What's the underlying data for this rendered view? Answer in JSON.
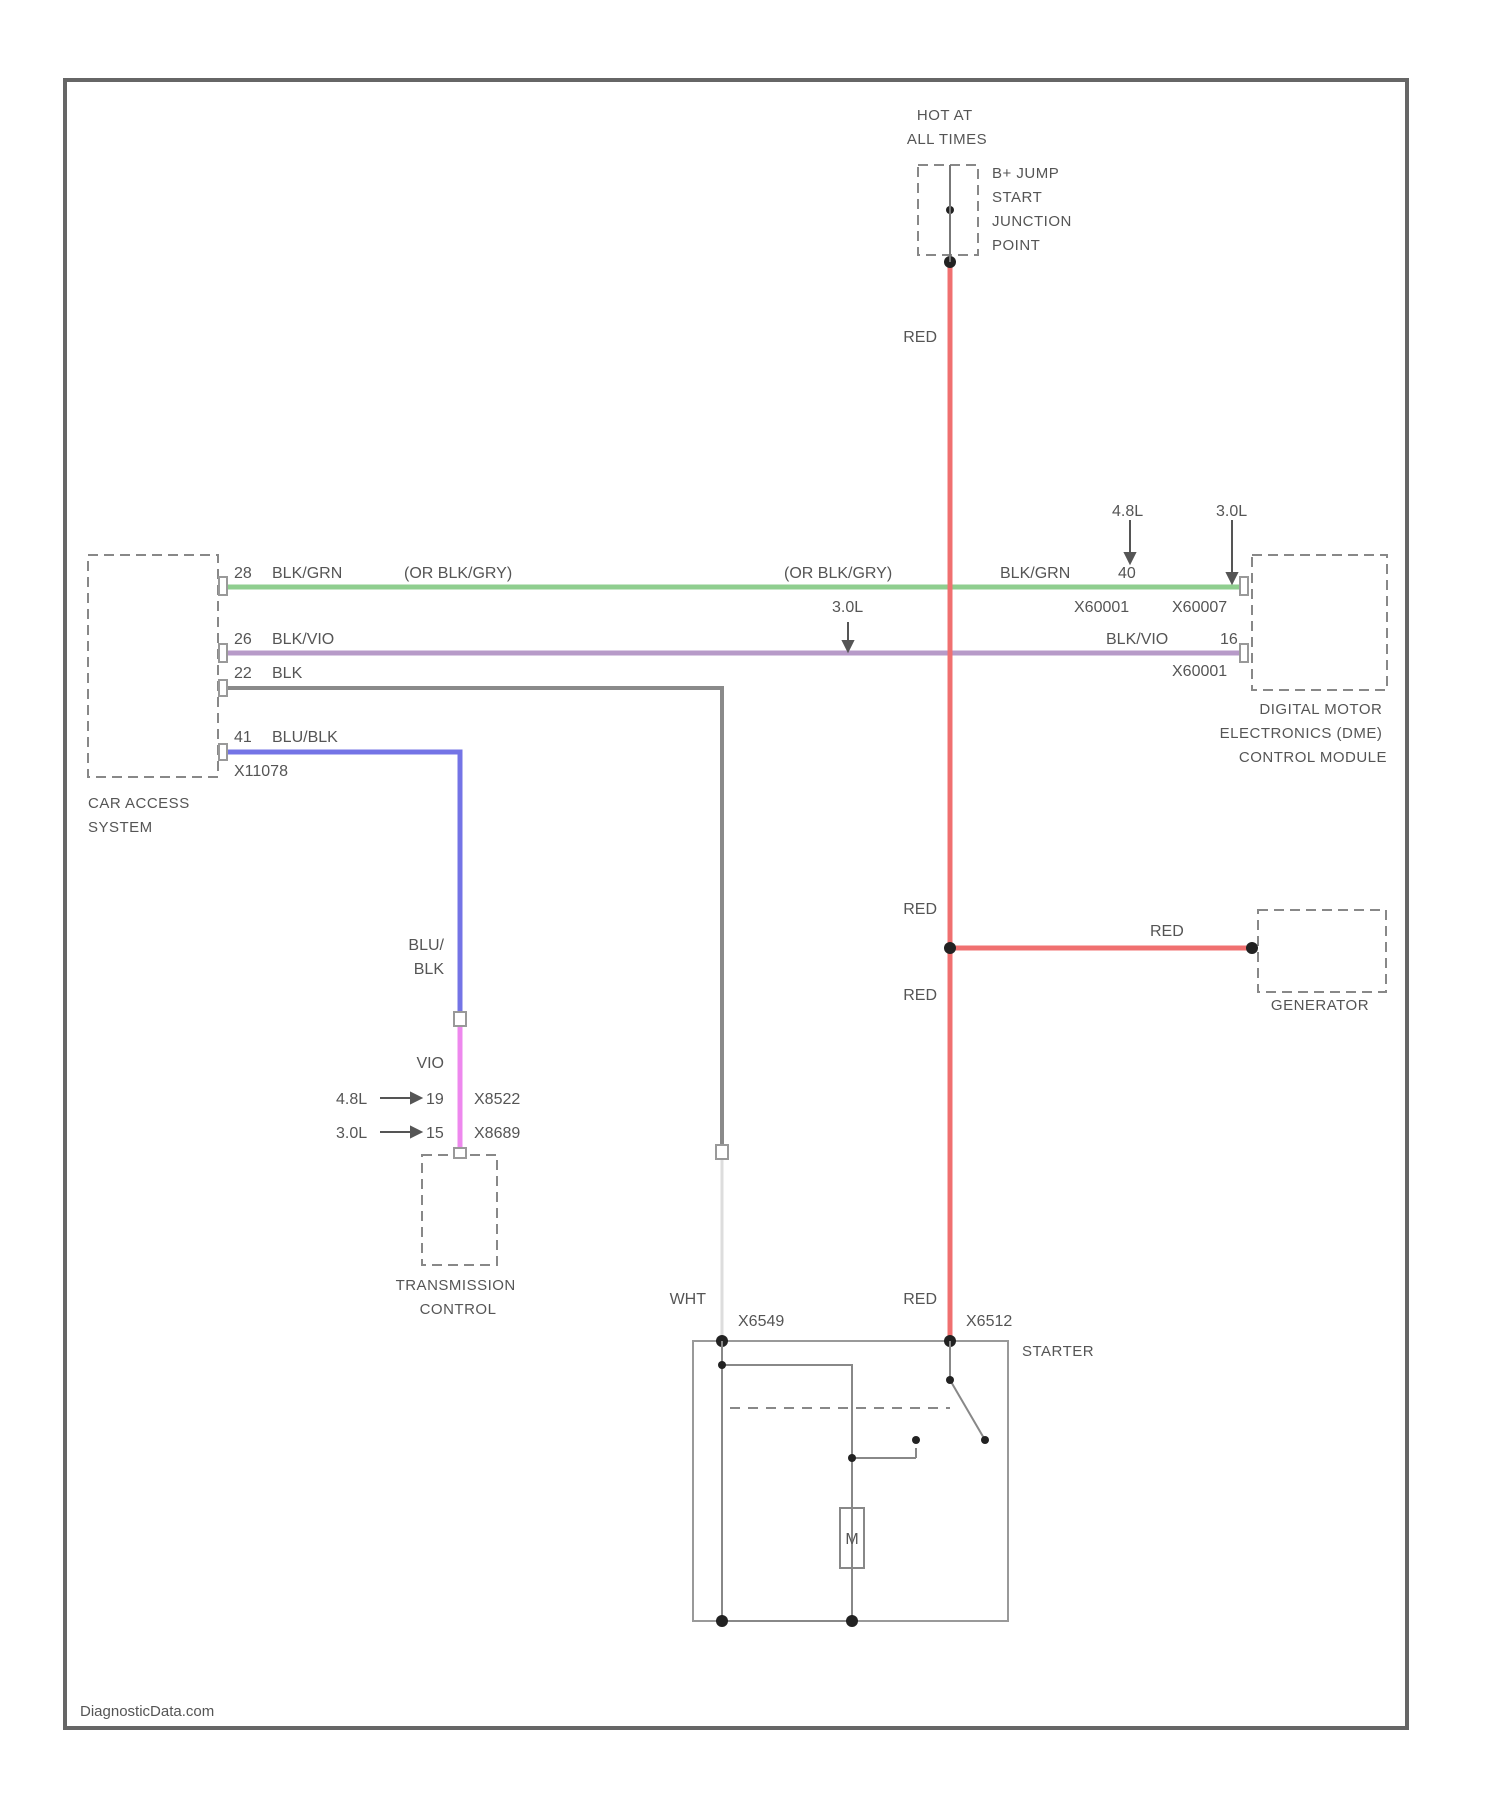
{
  "footer": "DiagnosticData.com",
  "wire_colors": {
    "red": "#f07070",
    "green": "#8fce8f",
    "violet": "#b79ac8",
    "gray": "#8a8a8a",
    "blue": "#7474e6",
    "pink": "#ee88ee",
    "white": "#dddddd"
  },
  "components": {
    "hot_at_all_times": [
      "HOT AT",
      "ALL TIMES"
    ],
    "jump_start": [
      "B+ JUMP",
      "START",
      "JUNCTION",
      "POINT"
    ],
    "car_access": [
      "CAR ACCESS",
      "SYSTEM"
    ],
    "dme": [
      "DIGITAL MOTOR",
      "ELECTRONICS (DME)",
      "CONTROL MODULE"
    ],
    "generator": "GENERATOR",
    "transmission": [
      "TRANSMISSION",
      "CONTROL"
    ],
    "starter": "STARTER"
  },
  "wires": {
    "red_1": "RED",
    "red_2": "RED",
    "red_3": "RED",
    "red_4": "RED",
    "red_gen": "RED",
    "pin28": "28",
    "blk_grn_left": "BLK/GRN",
    "or_blk_gry_1": "(OR BLK/GRY)",
    "or_blk_gry_2": "(OR BLK/GRY)",
    "blk_grn_right": "BLK/GRN",
    "pin40": "40",
    "x60001_a": "X60001",
    "x60007": "X60007",
    "e30_mid": "3.0L",
    "e48": "4.8L",
    "e30_right": "3.0L",
    "pin26": "26",
    "blk_vio_left": "BLK/VIO",
    "blk_vio_right": "BLK/VIO",
    "pin16": "16",
    "x60001_b": "X60001",
    "pin22": "22",
    "blk": "BLK",
    "pin41": "41",
    "blu_blk": "BLU/BLK",
    "x11078": "X11078",
    "blu": "BLU/",
    "blk2": "BLK",
    "vio": "VIO",
    "e48_tc": "4.8L",
    "e30_tc": "3.0L",
    "pin19": "19",
    "pin15": "15",
    "x8522": "X8522",
    "x8689": "X8689",
    "wht": "WHT",
    "x6549": "X6549",
    "x6512": "X6512",
    "motor": "M"
  }
}
